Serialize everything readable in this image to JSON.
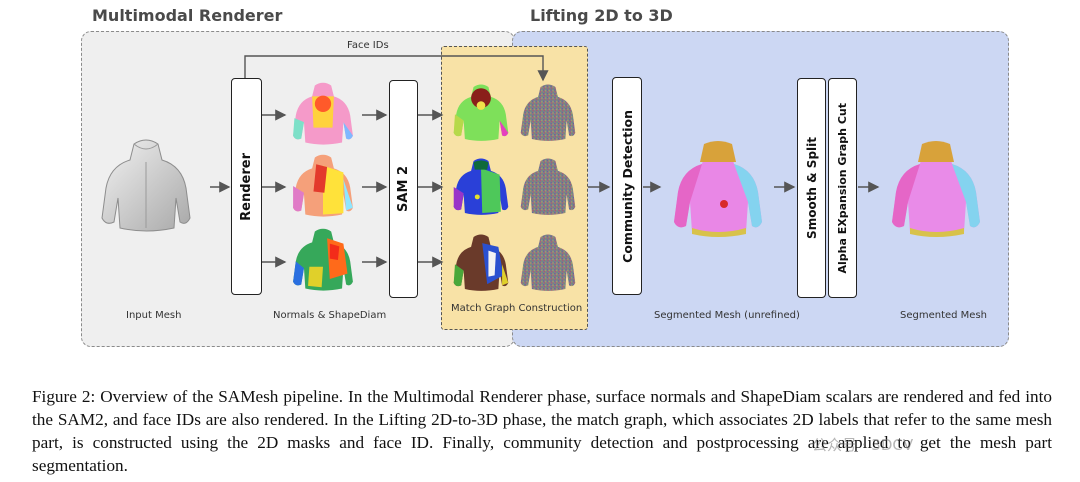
{
  "sections": {
    "left_title": "Multimodal Renderer",
    "right_title": "Lifting 2D to 3D"
  },
  "labels": {
    "face_ids": "Face IDs",
    "renderer": "Renderer",
    "sam2": "SAM 2",
    "community": "Community Detection",
    "smooth": "Smooth & Split",
    "alpha": "Alpha EXpansion Graph Cut"
  },
  "captions": {
    "input_mesh": "Input Mesh",
    "normals": "Normals & ShapeDiam",
    "match_graph": "Match Graph Construction",
    "unrefined": "Segmented Mesh (unrefined)",
    "segmented": "Segmented Mesh"
  },
  "figure_caption": "Figure 2: Overview of the SAMesh pipeline. In the Multimodal Renderer phase, surface normals and ShapeDiam scalars are rendered and fed into the SAM2, and face IDs are also rendered. In the Lifting 2D-to-3D phase, the match graph, which associates 2D labels that refer to the same mesh part, is constructed using the 2D masks and face ID. Finally, community detection and postprocessing are applied to get the mesh part segmentation.",
  "watermark": "公众号 · 3DCV",
  "colors": {
    "panel_left": "#efefef",
    "panel_right": "#ccd7f3",
    "panel_match": "#f8e2a6",
    "arrow": "#555555"
  },
  "icons": {
    "input_mesh": "hoodie-gray-icon",
    "render_views": "hoodie-normals-icon",
    "mask_views": "hoodie-mask-icon",
    "id_views": "hoodie-faceid-noise-icon",
    "segmented": "hoodie-segmented-icon"
  }
}
